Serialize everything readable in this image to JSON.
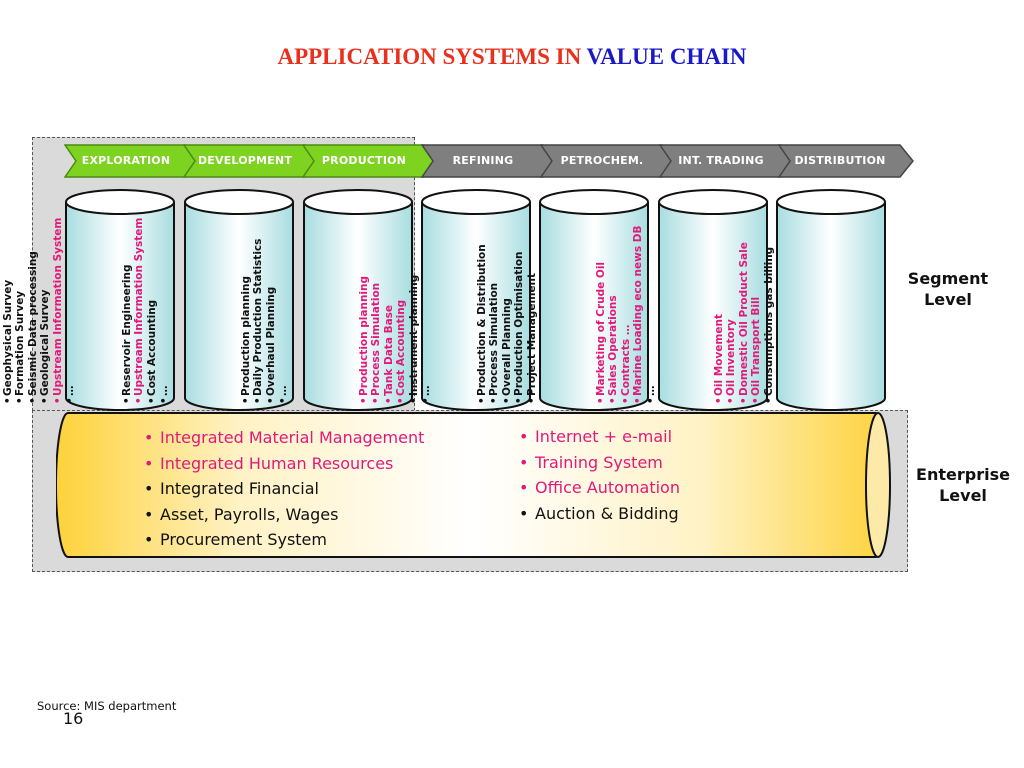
{
  "title": {
    "part1": "APPLICATION SYSTEMS IN ",
    "part2": "VALUE CHAIN"
  },
  "colors": {
    "title_red": "#e8301c",
    "title_blue": "#1a19c8",
    "green": "#7ed321",
    "grey": "#808080",
    "highlight": "#e0197a",
    "enterprise_fill": "#fdd23a"
  },
  "stages": [
    {
      "label": "EXPLORATION",
      "color": "green"
    },
    {
      "label": "DEVELOPMENT",
      "color": "green"
    },
    {
      "label": "PRODUCTION",
      "color": "green"
    },
    {
      "label": "REFINING",
      "color": "grey"
    },
    {
      "label": "PETROCHEM.",
      "color": "grey"
    },
    {
      "label": "INT. TRADING",
      "color": "grey"
    },
    {
      "label": "DISTRIBUTION",
      "color": "grey"
    }
  ],
  "segments": [
    {
      "items": [
        {
          "text": "Geophysical Survey",
          "hl": false
        },
        {
          "text": "Formation Survey",
          "hl": false
        },
        {
          "text": "Seismic Data processing",
          "hl": false
        },
        {
          "text": "Geological Survey",
          "hl": false
        },
        {
          "text": "Upstream Information System",
          "hl": true
        },
        {
          "text": "…",
          "hl": false
        }
      ]
    },
    {
      "items": [
        {
          "text": "Reservoir Engineering",
          "hl": false
        },
        {
          "text": "Upstream Information System",
          "hl": true
        },
        {
          "text": "Cost Accounting",
          "hl": false
        },
        {
          "text": "…",
          "hl": false
        }
      ]
    },
    {
      "items": [
        {
          "text": "Production planning",
          "hl": false
        },
        {
          "text": "Daily Production Statistics",
          "hl": false
        },
        {
          "text": "Overhaul Planning",
          "hl": false
        },
        {
          "text": "…",
          "hl": false
        }
      ]
    },
    {
      "items": [
        {
          "text": "Production planning",
          "hl": true
        },
        {
          "text": "Process Simulation",
          "hl": true
        },
        {
          "text": "Tank Data Base",
          "hl": true
        },
        {
          "text": "Cost Accounting",
          "hl": true
        },
        {
          "text": "Instrument planning",
          "hl": false
        },
        {
          "text": "…",
          "hl": false
        }
      ]
    },
    {
      "items": [
        {
          "text": "Production & Distribution",
          "hl": false
        },
        {
          "text": "Process Simulation",
          "hl": false
        },
        {
          "text": "Overall Planning",
          "hl": false
        },
        {
          "text": "Production Optimisation",
          "hl": false
        },
        {
          "text": "Project Management",
          "hl": false
        }
      ]
    },
    {
      "items": [
        {
          "text": "Marketing of Crude Oil",
          "hl": true
        },
        {
          "text": "Sales Operations",
          "hl": true
        },
        {
          "text": "Contracts …",
          "hl": true
        },
        {
          "text": "Marine Loading eco news DB",
          "hl": true
        },
        {
          "text": "…",
          "hl": false
        }
      ]
    },
    {
      "items": [
        {
          "text": "Oil Movement",
          "hl": true
        },
        {
          "text": "Oil Inventory",
          "hl": true
        },
        {
          "text": "Domestic Oil Product Sale",
          "hl": true
        },
        {
          "text": "Oil Transport Bill",
          "hl": true
        },
        {
          "text": "Consumptions gas billing",
          "hl": false
        }
      ]
    }
  ],
  "enterprise": {
    "left": [
      {
        "text": "Integrated Material Management",
        "hl": true
      },
      {
        "text": "Integrated Human Resources",
        "hl": true
      },
      {
        "text": "Integrated Financial",
        "hl": false
      },
      {
        "text": "Asset, Payrolls, Wages",
        "hl": false
      },
      {
        "text": "Procurement System",
        "hl": false
      }
    ],
    "right": [
      {
        "text": "Internet + e-mail",
        "hl": true
      },
      {
        "text": "Training System",
        "hl": true
      },
      {
        "text": "Office Automation",
        "hl": true
      },
      {
        "text": "Auction & Bidding",
        "hl": false
      }
    ]
  },
  "levels": {
    "segment_line1": "Segment",
    "segment_line2": "Level",
    "enterprise_line1": "Enterprise",
    "enterprise_line2": "Level"
  },
  "footer": {
    "source": "Source: MIS department",
    "page": "16"
  }
}
